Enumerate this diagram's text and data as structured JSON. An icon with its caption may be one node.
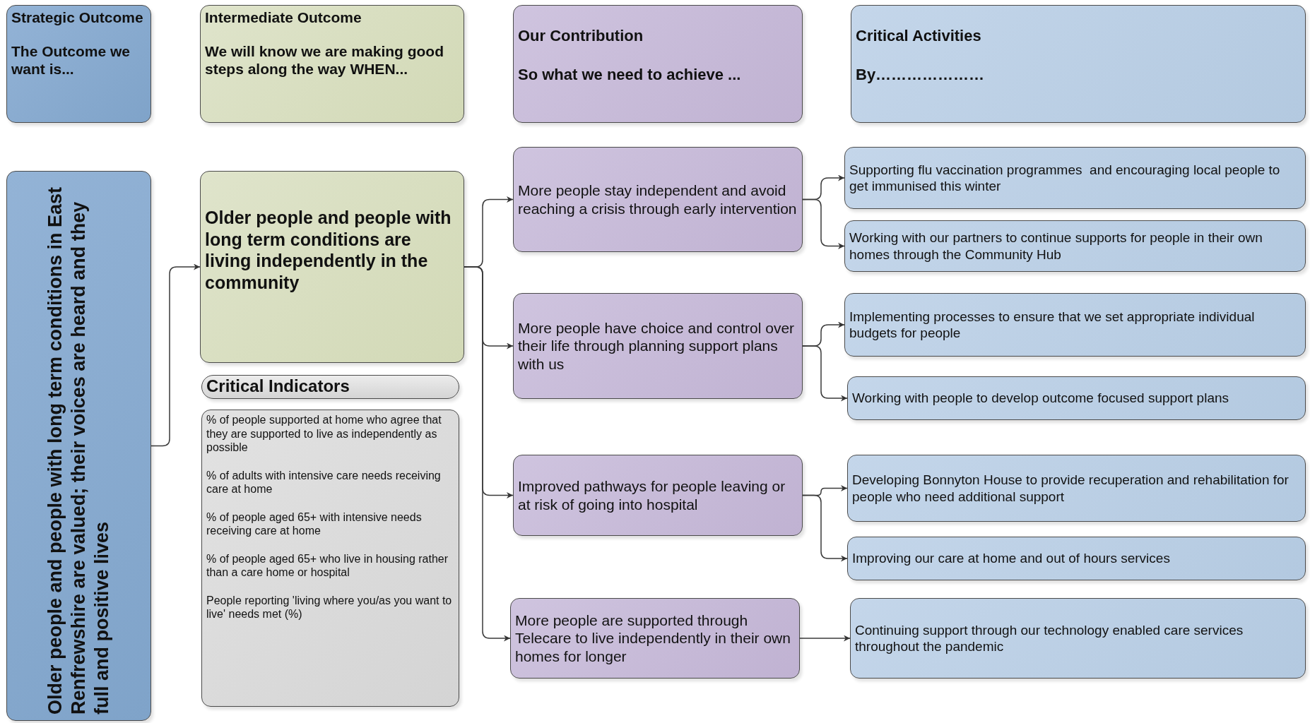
{
  "diagram": {
    "nodes": [
      {
        "text": [
          "Strategic Outcome",
          "The Outcome we want is..."
        ]
      },
      {
        "text": [
          "Intermediate Outcome",
          "We will know we are making good steps along the way WHEN..."
        ]
      },
      {
        "text": [
          "Our Contribution",
          "So what we need to achieve ..."
        ]
      },
      {
        "text": [
          "Critical Activities",
          "By…………………"
        ]
      },
      {
        "text": [
          "Older people and people with long term conditions in East Renfrewshire are valued; their voices are heard and they full and positive lives"
        ]
      },
      {
        "text": [
          "Older people and people with long term conditions are living independently in the community"
        ]
      },
      {
        "text": [
          "Critical Indicators"
        ]
      },
      {
        "text": [
          "% of people supported at home who agree that they are supported to live as independently as possible",
          "% of adults with intensive care needs receiving care at home",
          "% of people aged 65+ with intensive needs receiving care at home",
          "% of people aged 65+ who live in housing rather than a care home or hospital",
          "People reporting 'living where you/as you want to live' needs met (%)"
        ]
      },
      {
        "text": [
          "More people stay independent and avoid reaching a crisis through early intervention"
        ]
      },
      {
        "text": [
          "More people have choice and control over their life through planning support plans with us"
        ]
      },
      {
        "text": [
          "Improved pathways for people leaving or at risk of going into hospital"
        ]
      },
      {
        "text": [
          "More people are supported through Telecare to live independently in their own homes for longer"
        ]
      },
      {
        "text": [
          "Supporting flu vaccination programmes  and encouraging local people to get immunised this winter"
        ]
      },
      {
        "text": [
          "Working with our partners to continue supports for people in their own homes through the Community Hub"
        ]
      },
      {
        "text": [
          "Implementing processes to ensure that we set appropriate individual budgets for people"
        ]
      },
      {
        "text": [
          "Working with people to develop outcome focused support plans"
        ]
      },
      {
        "text": [
          "Developing Bonnyton House to provide recuperation and rehabilitation for people who need additional support"
        ]
      },
      {
        "text": [
          "Improving our care at home and out of hours services"
        ]
      },
      {
        "text": [
          "Continuing support through our technology enabled care services throughout the pandemic"
        ]
      }
    ],
    "edges": [
      {
        "from": 4,
        "to": 5,
        "arrow": "to"
      },
      {
        "from": 5,
        "to": 8,
        "arrow": "to"
      },
      {
        "from": 5,
        "to": 9,
        "arrow": "to"
      },
      {
        "from": 5,
        "to": 10,
        "arrow": "to"
      },
      {
        "from": 5,
        "to": 11,
        "arrow": "to"
      },
      {
        "from": 8,
        "to": 12,
        "arrow": "to"
      },
      {
        "from": 8,
        "to": 13,
        "arrow": "to"
      },
      {
        "from": 9,
        "to": 14,
        "arrow": "to"
      },
      {
        "from": 9,
        "to": 15,
        "arrow": "to"
      },
      {
        "from": 10,
        "to": 16,
        "arrow": "to"
      },
      {
        "from": 10,
        "to": 17,
        "arrow": "to"
      },
      {
        "from": 11,
        "to": 18,
        "arrow": "to"
      }
    ]
  }
}
